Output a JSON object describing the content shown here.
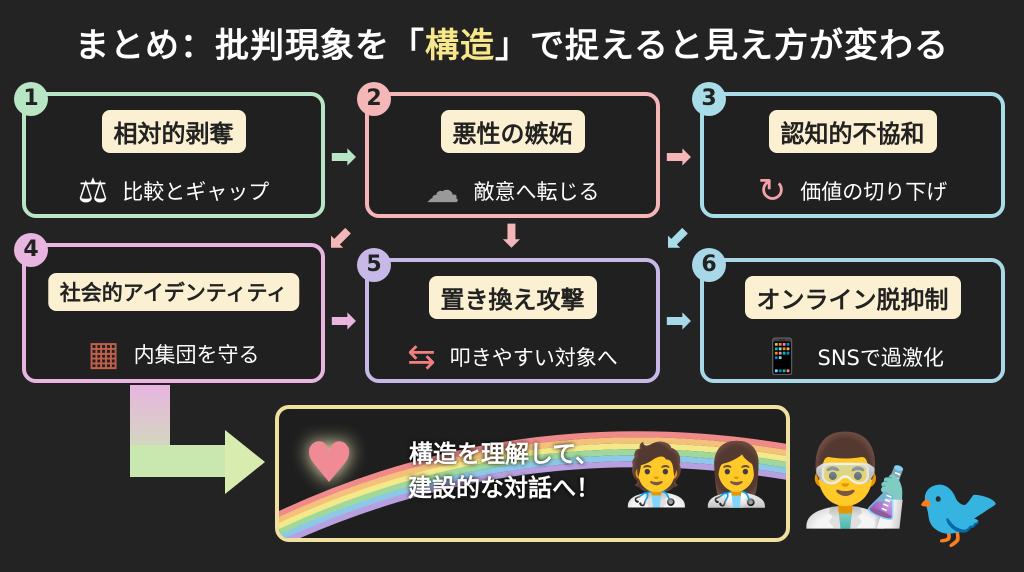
{
  "title": {
    "before": "まとめ：批判現象を「",
    "highlight": "構造",
    "after": "」で捉えると見え方が変わる"
  },
  "steps": [
    {
      "number": "1",
      "label": "相対的剥奪",
      "text": "比較とギャップ",
      "icon": "scales-icon",
      "color": "#b8e6c4"
    },
    {
      "number": "2",
      "label": "悪性の嫉妬",
      "text": "敵意へ転じる",
      "icon": "angry-cloud-icon",
      "color": "#f4b6b6"
    },
    {
      "number": "3",
      "label": "認知的不協和",
      "text": "価値の切り下げ",
      "icon": "thought-cycle-icon",
      "color": "#a8dce8"
    },
    {
      "number": "4",
      "label": "社会的アイデンティティ",
      "text": "内集団を守る",
      "icon": "wall-group-icon",
      "color": "#e8b4e0"
    },
    {
      "number": "5",
      "label": "置き換え攻撃",
      "text": "叩きやすい対象へ",
      "icon": "redirect-arrow-icon",
      "color": "#c8b8e8"
    },
    {
      "number": "6",
      "label": "オンライン脱抑制",
      "text": "SNSで過激化",
      "icon": "phone-mask-icon",
      "color": "#a8d8e8"
    }
  ],
  "conclusion": {
    "line1": "構造を理解して、",
    "line2": "建設的な対話へ！",
    "color": "#f0e0a0"
  }
}
